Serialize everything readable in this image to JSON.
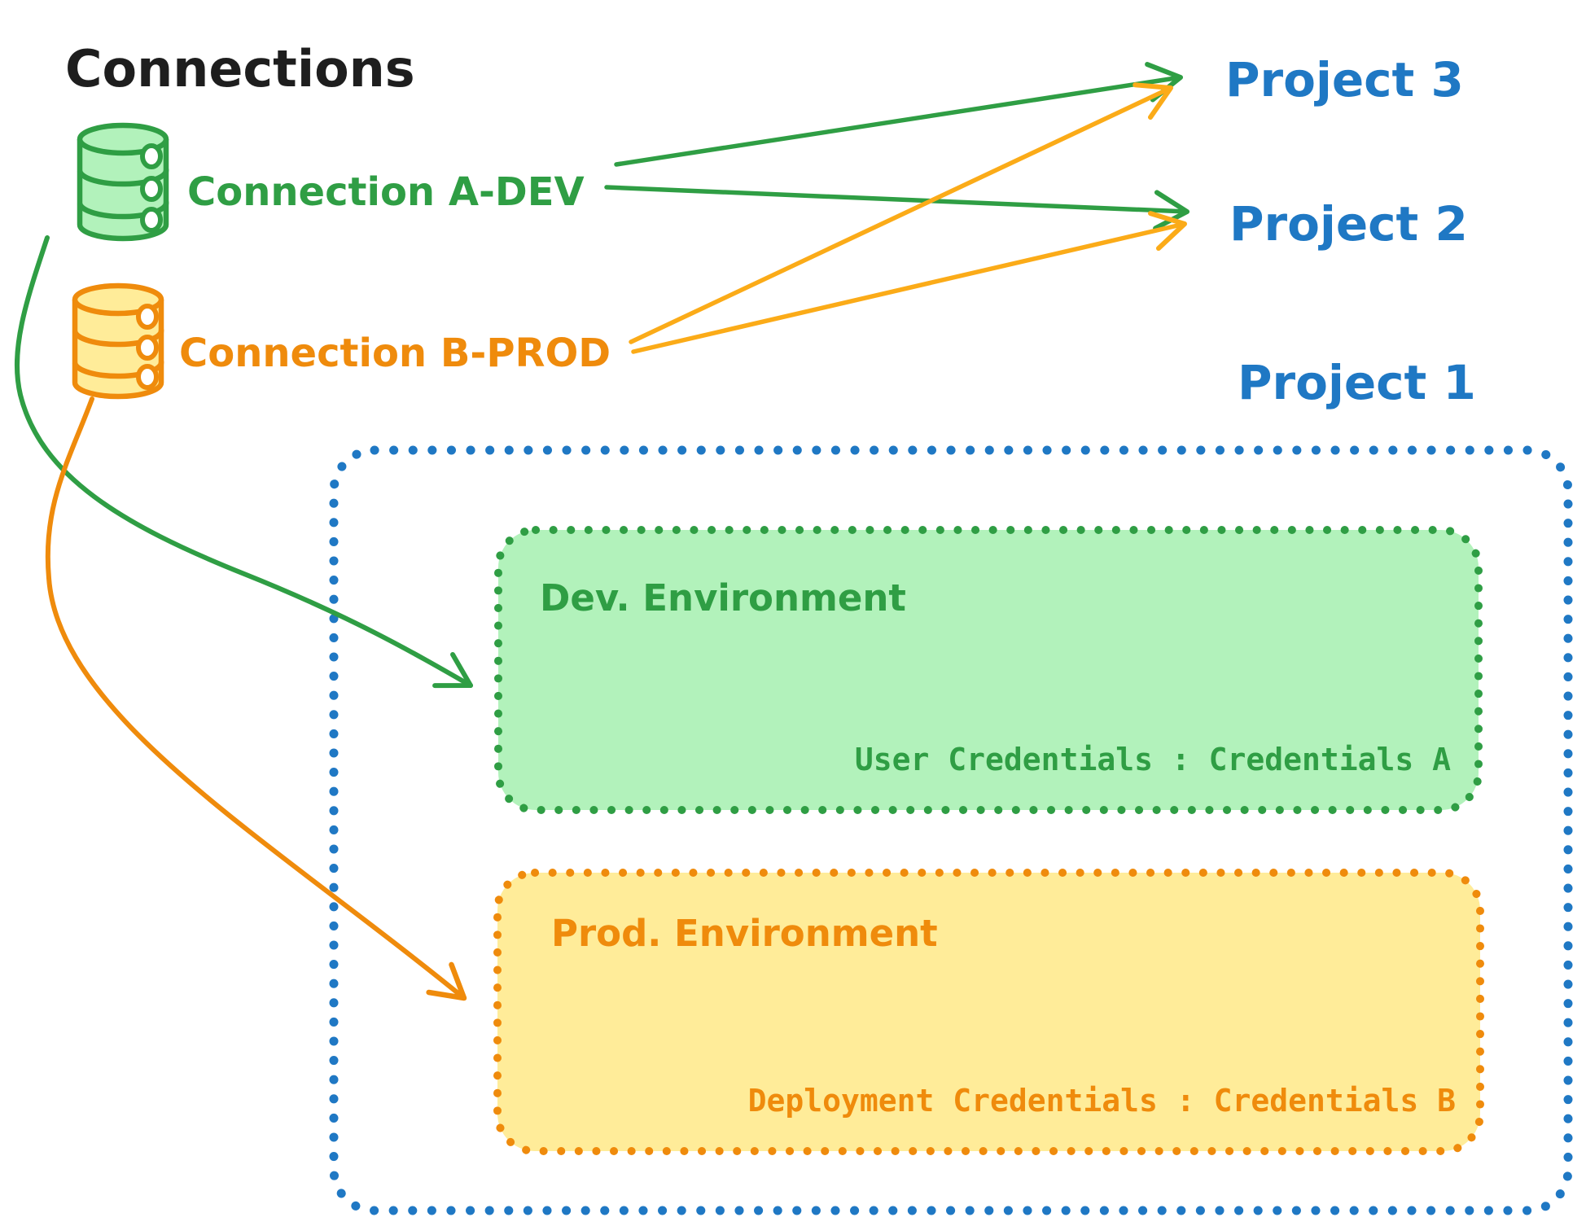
{
  "title": "Connections",
  "colors": {
    "ink": "#1e1e1e",
    "green": "#2f9e44",
    "green_fill": "#b2f2bb",
    "orange": "#ef8b0c",
    "orange_fill": "#ffec99",
    "orange_arrow": "#fbab18",
    "blue": "#1f78c4"
  },
  "connections": [
    {
      "label": "Connection A-DEV",
      "env": "dev",
      "icon": "database"
    },
    {
      "label": "Connection B-PROD",
      "env": "prod",
      "icon": "database"
    }
  ],
  "projects": [
    {
      "label": "Project 3"
    },
    {
      "label": "Project 2"
    },
    {
      "label": "Project 1"
    }
  ],
  "project1_detail": {
    "environments": [
      {
        "title": "Dev. Environment",
        "credentials": "User Credentials : Credentials A"
      },
      {
        "title": "Prod. Environment",
        "credentials": "Deployment Credentials : Credentials B"
      }
    ]
  },
  "relations": [
    {
      "from": "Connection A-DEV",
      "to": "Project 3"
    },
    {
      "from": "Connection A-DEV",
      "to": "Project 2"
    },
    {
      "from": "Connection B-PROD",
      "to": "Project 3"
    },
    {
      "from": "Connection B-PROD",
      "to": "Project 2"
    },
    {
      "from": "Connection A-DEV",
      "to": "Project 1 / Dev. Environment"
    },
    {
      "from": "Connection B-PROD",
      "to": "Project 1 / Prod. Environment"
    }
  ]
}
